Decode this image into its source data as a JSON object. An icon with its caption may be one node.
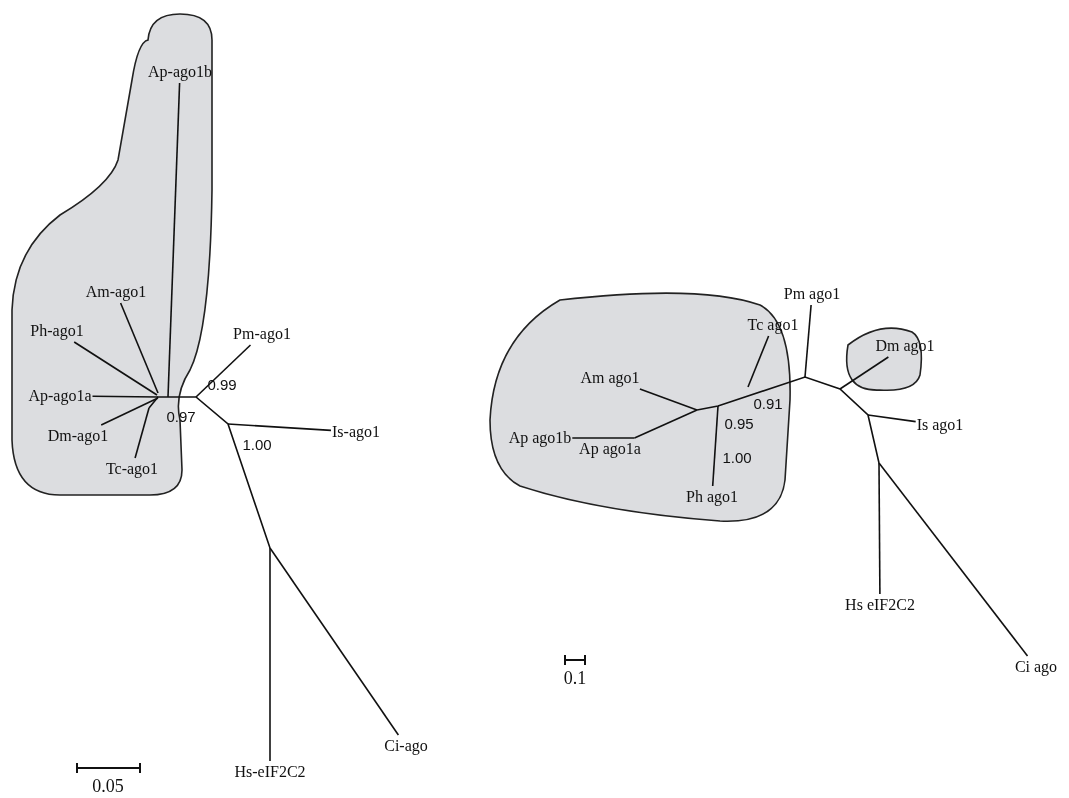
{
  "diagram": {
    "nodes": [
      {
        "text": [
          "Ap-ago1b"
        ]
      },
      {
        "text": [
          "Am-ago1"
        ]
      },
      {
        "text": [
          "Ph-ago1"
        ]
      },
      {
        "text": [
          "Pm-ago1"
        ]
      },
      {
        "text": [
          "Ap-ago1a"
        ]
      },
      {
        "text": [
          "Is-ago1"
        ]
      },
      {
        "text": [
          "Dm-ago1"
        ]
      },
      {
        "text": [
          "Tc-ago1"
        ]
      },
      {
        "text": [
          "Hs-eIF2C2"
        ]
      },
      {
        "text": [
          "Ci-ago"
        ]
      },
      {
        "text": [
          "Pm ago1"
        ]
      },
      {
        "text": [
          "Tc ago1"
        ]
      },
      {
        "text": [
          "Dm ago1"
        ]
      },
      {
        "text": [
          "Am ago1"
        ]
      },
      {
        "text": [
          "Is ago1"
        ]
      },
      {
        "text": [
          "Ap ago1b"
        ]
      },
      {
        "text": [
          "Ap ago1a"
        ]
      },
      {
        "text": [
          "Ph ago1"
        ]
      },
      {
        "text": [
          "Hs eIF2C2"
        ]
      },
      {
        "text": [
          "Ci ago"
        ]
      }
    ],
    "edges": [
      {
        "from": null,
        "to": 0,
        "arrow": "none"
      },
      {
        "from": null,
        "to": 1,
        "arrow": "none"
      },
      {
        "from": null,
        "to": 2,
        "arrow": "none"
      },
      {
        "from": null,
        "to": 3,
        "arrow": "none"
      },
      {
        "from": null,
        "to": 4,
        "arrow": "none"
      },
      {
        "from": null,
        "to": 5,
        "arrow": "none"
      },
      {
        "from": null,
        "to": 6,
        "arrow": "none"
      },
      {
        "from": null,
        "to": 7,
        "arrow": "none"
      },
      {
        "from": null,
        "to": 8,
        "arrow": "none"
      },
      {
        "from": null,
        "to": 9,
        "arrow": "none"
      },
      {
        "from": null,
        "to": 10,
        "arrow": "none"
      },
      {
        "from": null,
        "to": 11,
        "arrow": "none"
      },
      {
        "from": null,
        "to": 12,
        "arrow": "none"
      },
      {
        "from": null,
        "to": 13,
        "arrow": "none"
      },
      {
        "from": null,
        "to": 14,
        "arrow": "none"
      },
      {
        "from": 16,
        "to": 15,
        "arrow": "none"
      },
      {
        "from": null,
        "to": 16,
        "arrow": "none"
      },
      {
        "from": null,
        "to": 17,
        "arrow": "none"
      },
      {
        "from": null,
        "to": 18,
        "arrow": "none"
      },
      {
        "from": null,
        "to": 19,
        "arrow": "none"
      }
    ],
    "labels": [
      "0.97",
      "0.99",
      "1.00",
      "0.05",
      "0.91",
      "0.95",
      "1.00",
      "0.1"
    ]
  }
}
